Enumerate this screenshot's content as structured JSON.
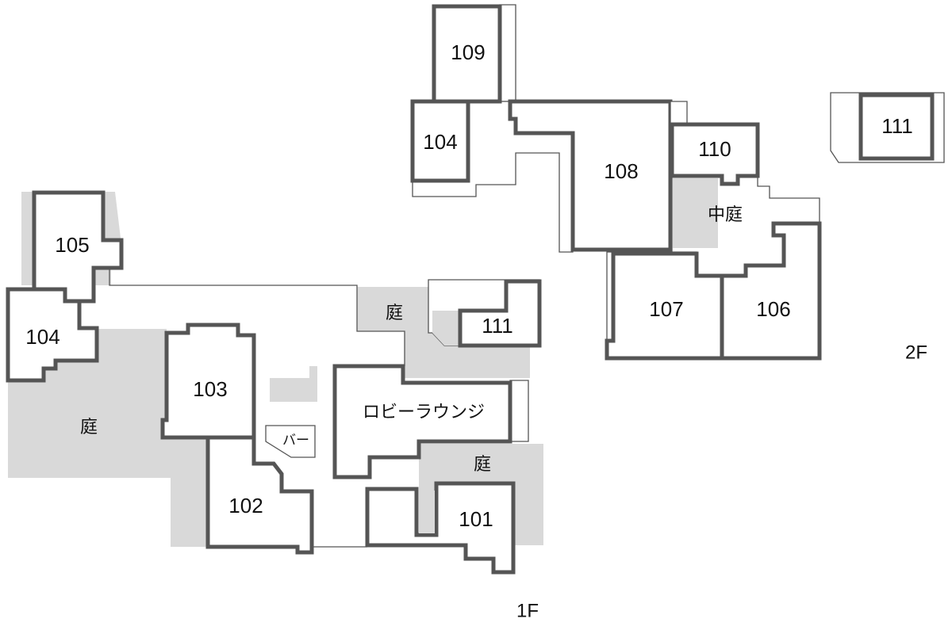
{
  "floors": {
    "first": {
      "label": "1F",
      "rooms": {
        "r101": "101",
        "r102": "102",
        "r103": "103",
        "r104": "104",
        "r105": "105",
        "r111": "111"
      },
      "bar": "バー",
      "lobby": "ロビーラウンジ",
      "garden": "庭"
    },
    "second": {
      "label": "2F",
      "rooms": {
        "r104": "104",
        "r106": "106",
        "r107": "107",
        "r108": "108",
        "r109": "109",
        "r110": "110",
        "r111": "111"
      },
      "courtyard": "中庭"
    }
  },
  "colors": {
    "wall": "#555555",
    "garden": "#d9d9d9"
  }
}
